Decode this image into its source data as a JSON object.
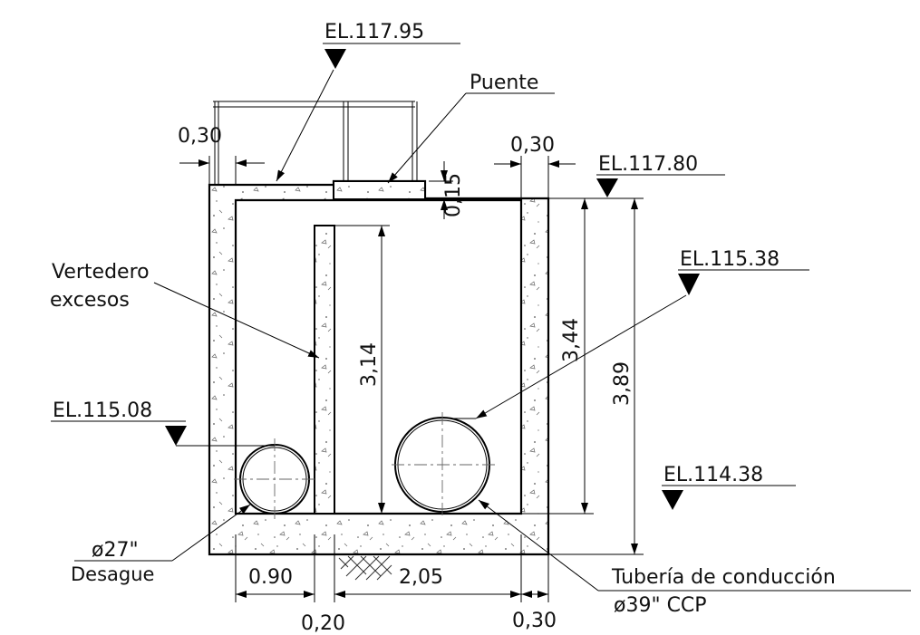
{
  "elevations": {
    "top_railing": "EL.117.95",
    "top_wall": "EL.117.80",
    "pipe_conduction": "EL.115.38",
    "pipe_drain": "EL.115.08",
    "floor": "EL.114.38"
  },
  "labels": {
    "bridge": "Puente",
    "weir_line1": "Vertedero",
    "weir_line2": "excesos",
    "drain_diameter": "ø27\"",
    "drain_name": "Desague",
    "conduction_name": "Tubería de conducción",
    "conduction_diameter": "ø39\" CCP"
  },
  "dimensions": {
    "left_wall_thickness": "0,30",
    "right_wall_thickness": "0,30",
    "slab_thickness": "0,15",
    "weir_height": "3,14",
    "inner_height": "3,44",
    "total_height": "3,89",
    "left_chamber_width": "0.90",
    "weir_thickness": "0,20",
    "right_chamber_width": "2,05",
    "bottom_right_wall": "0,30"
  }
}
